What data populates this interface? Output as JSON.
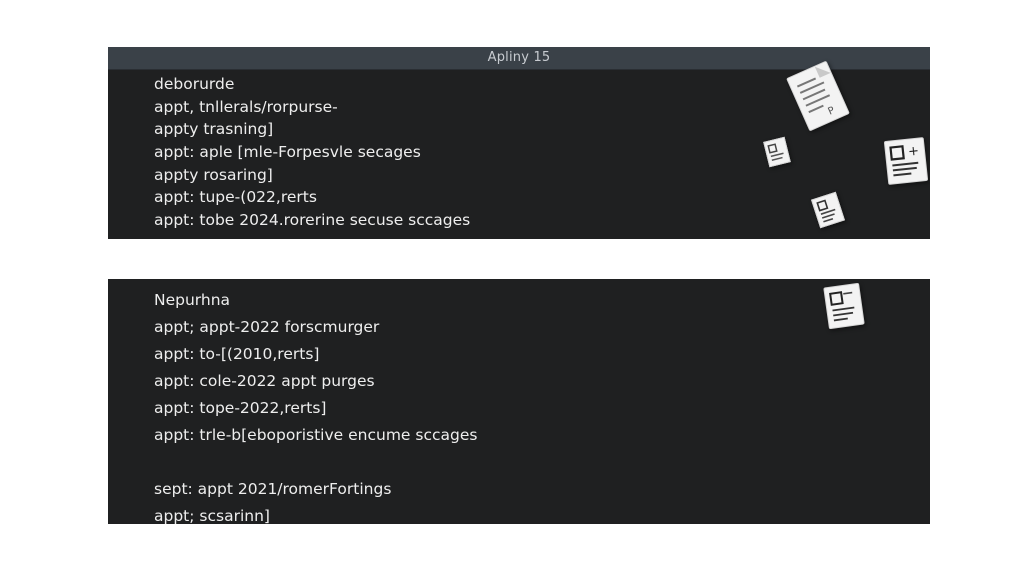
{
  "terminal_top": {
    "title": "Apliny 15",
    "lines": [
      "deborurde",
      "appt, tnllerals/rorpurse-",
      "appty trasning]",
      "appt: aple [mle-Forpesvle secages",
      "appty rosaring]",
      "appt: tupe-(022,rerts",
      "appt: tobe 2024.rorerine secuse sccages"
    ]
  },
  "terminal_bottom": {
    "lines": [
      "Nepurhna",
      "appt; appt-2022 forscmurger",
      "appt: to-[(2010,rerts]",
      "appt: cole-2022 appt purges",
      "appt: tope-2022,rerts]",
      "appt: trle-b[eboporistive encume sccages",
      "sept: appt 2021/romerFortings",
      "appt; scsarinn]"
    ]
  },
  "icons": [
    "document-icon",
    "document-icon",
    "document-icon",
    "document-icon",
    "document-icon"
  ]
}
